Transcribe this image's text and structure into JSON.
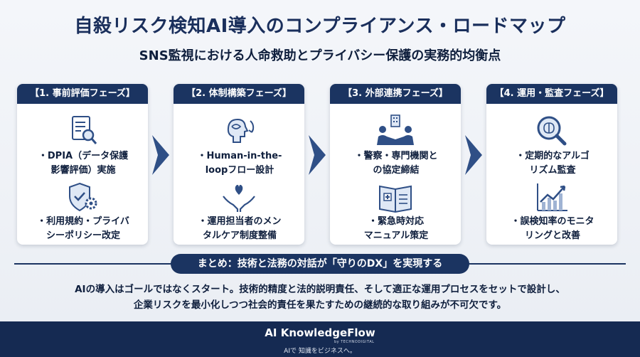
{
  "title": "自殺リスク検知AI導入のコンプライアンス・ロードマップ",
  "subtitle": "SNS監視における人命救助とプライバシー保護の実務的均衡点",
  "phases": [
    {
      "header": "【1. 事前評価フェーズ】",
      "items": [
        {
          "icon": "document-search-icon",
          "lines": [
            "・DPIA（データ保護",
            "影響評価）実施"
          ]
        },
        {
          "icon": "shield-gear-icon",
          "lines": [
            "・利用規約・プライバ",
            "シーポリシー改定"
          ]
        }
      ]
    },
    {
      "header": "【2. 体制構築フェーズ】",
      "items": [
        {
          "icon": "human-head-loop-icon",
          "lines": [
            "・Human-in-the-",
            "loopフロー設計"
          ]
        },
        {
          "icon": "hands-heart-icon",
          "lines": [
            "・運用担当者のメン",
            "タルケア制度整備"
          ]
        }
      ]
    },
    {
      "header": "【3. 外部連携フェーズ】",
      "items": [
        {
          "icon": "handshake-building-icon",
          "lines": [
            "・警察・専門機関と",
            "の協定締結"
          ]
        },
        {
          "icon": "medical-manual-icon",
          "lines": [
            "・緊急時対応",
            "マニュアル策定"
          ]
        }
      ]
    },
    {
      "header": "【4. 運用・監査フェーズ】",
      "items": [
        {
          "icon": "brain-magnifier-icon",
          "lines": [
            "・定期的なアルゴ",
            "リズム監査"
          ]
        },
        {
          "icon": "trend-chart-icon",
          "lines": [
            "・誤検知率のモニタ",
            "リングと改善"
          ]
        }
      ]
    }
  ],
  "summary": {
    "label": "まとめ：技術と法務の対話が「守りのDX」を実現する",
    "lines": [
      "AIの導入はゴールではなくスタート。技術的精度と法的説明責任、そして適正な運用プロセスをセットで設計し、",
      "企業リスクを最小化しつつ社会的責任を果たすための継続的な取り組みが不可欠です。"
    ]
  },
  "footer": {
    "brand": "AI KnowledgeFlow",
    "brand_sub": "by TECHNODIGITAL",
    "tagline": "AIで 知識をビジネスへ。"
  },
  "colors": {
    "navy": "#1b3461",
    "footer": "#152a52",
    "arrow": "#2f4f86"
  }
}
